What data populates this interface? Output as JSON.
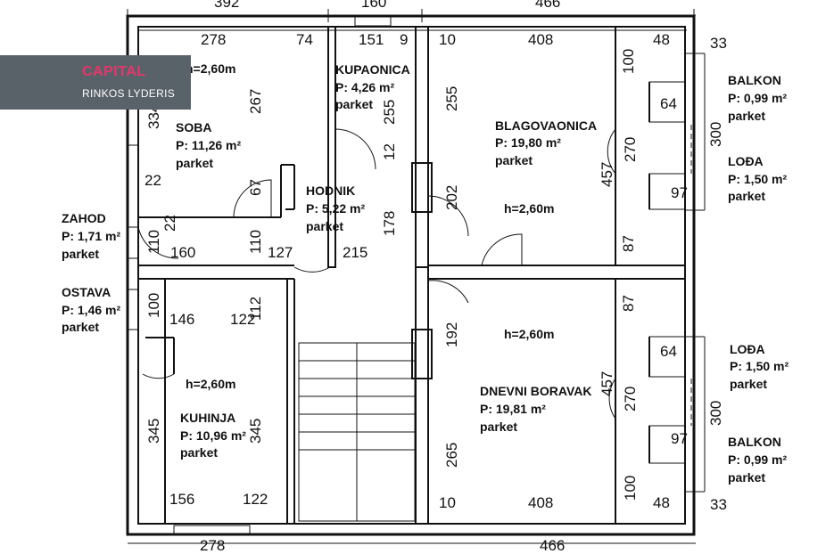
{
  "logo": {
    "brand": "CAPITAL",
    "subtitle": "RINKOS LYDERIS",
    "brand_color": "#e8356a",
    "bg_color": "#5a6269"
  },
  "rooms": [
    {
      "name": "SOBA",
      "area": "P: 11,26 m²",
      "floor": "parket",
      "height": "h=2,60m"
    },
    {
      "name": "KUPAONICA",
      "area": "P: 4,26 m²",
      "floor": "parket"
    },
    {
      "name": "HODNIK",
      "area": "P: 5,22 m²",
      "floor": "parket"
    },
    {
      "name": "BLAGOVAONICA",
      "area": "P: 19,80 m²",
      "floor": "parket",
      "height": "h=2,60m"
    },
    {
      "name": "ZAHOD",
      "area": "P: 1,71 m²",
      "floor": "parket"
    },
    {
      "name": "OSTAVA",
      "area": "P: 1,46 m²",
      "floor": "parket"
    },
    {
      "name": "KUHINJA",
      "area": "P: 10,96 m²",
      "floor": "parket",
      "height": "h=2,60m"
    },
    {
      "name": "DNEVNI BORAVAK",
      "area": "P: 19,81 m²",
      "floor": "parket",
      "height": "h=2,60m"
    },
    {
      "name": "BALKON",
      "area": "P: 0,99 m²",
      "floor": "parket"
    },
    {
      "name": "LOĐA",
      "area": "P: 1,50 m²",
      "floor": "parket"
    },
    {
      "name": "LOĐA",
      "area": "P: 1,50 m²",
      "floor": "parket"
    },
    {
      "name": "BALKON",
      "area": "P: 0,99 m²",
      "floor": "parket"
    }
  ],
  "dims": {
    "top_392": "392",
    "top_160": "160",
    "top_466": "466",
    "d278a": "278",
    "d74": "74",
    "d151": "151",
    "d9": "9",
    "d10a": "10",
    "d408a": "408",
    "d48a": "48",
    "d33a": "33",
    "d334": "334",
    "d267": "267",
    "d22a": "22",
    "d67": "67",
    "d255a": "255",
    "d12": "12",
    "d255b": "255",
    "d100a": "100",
    "d64a": "64",
    "d300a": "300",
    "d270a": "270",
    "d457a": "457",
    "d97a": "97",
    "d202": "202",
    "d178": "178",
    "d22b": "22",
    "d110a": "110",
    "d110b": "110",
    "d160": "160",
    "d127": "127",
    "d215": "215",
    "d87a": "87",
    "d87b": "87",
    "d100b": "100",
    "d146": "146",
    "d122a": "122",
    "d112": "112",
    "d192": "192",
    "d64b": "64",
    "d457b": "457",
    "d270b": "270",
    "d300b": "300",
    "d97b": "97",
    "d345a": "345",
    "d345b": "345",
    "d265": "265",
    "d156": "156",
    "d122b": "122",
    "d10b": "10",
    "d408b": "408",
    "d100c": "100",
    "d48b": "48",
    "d33b": "33",
    "bot_278": "278",
    "bot_466": "466"
  }
}
